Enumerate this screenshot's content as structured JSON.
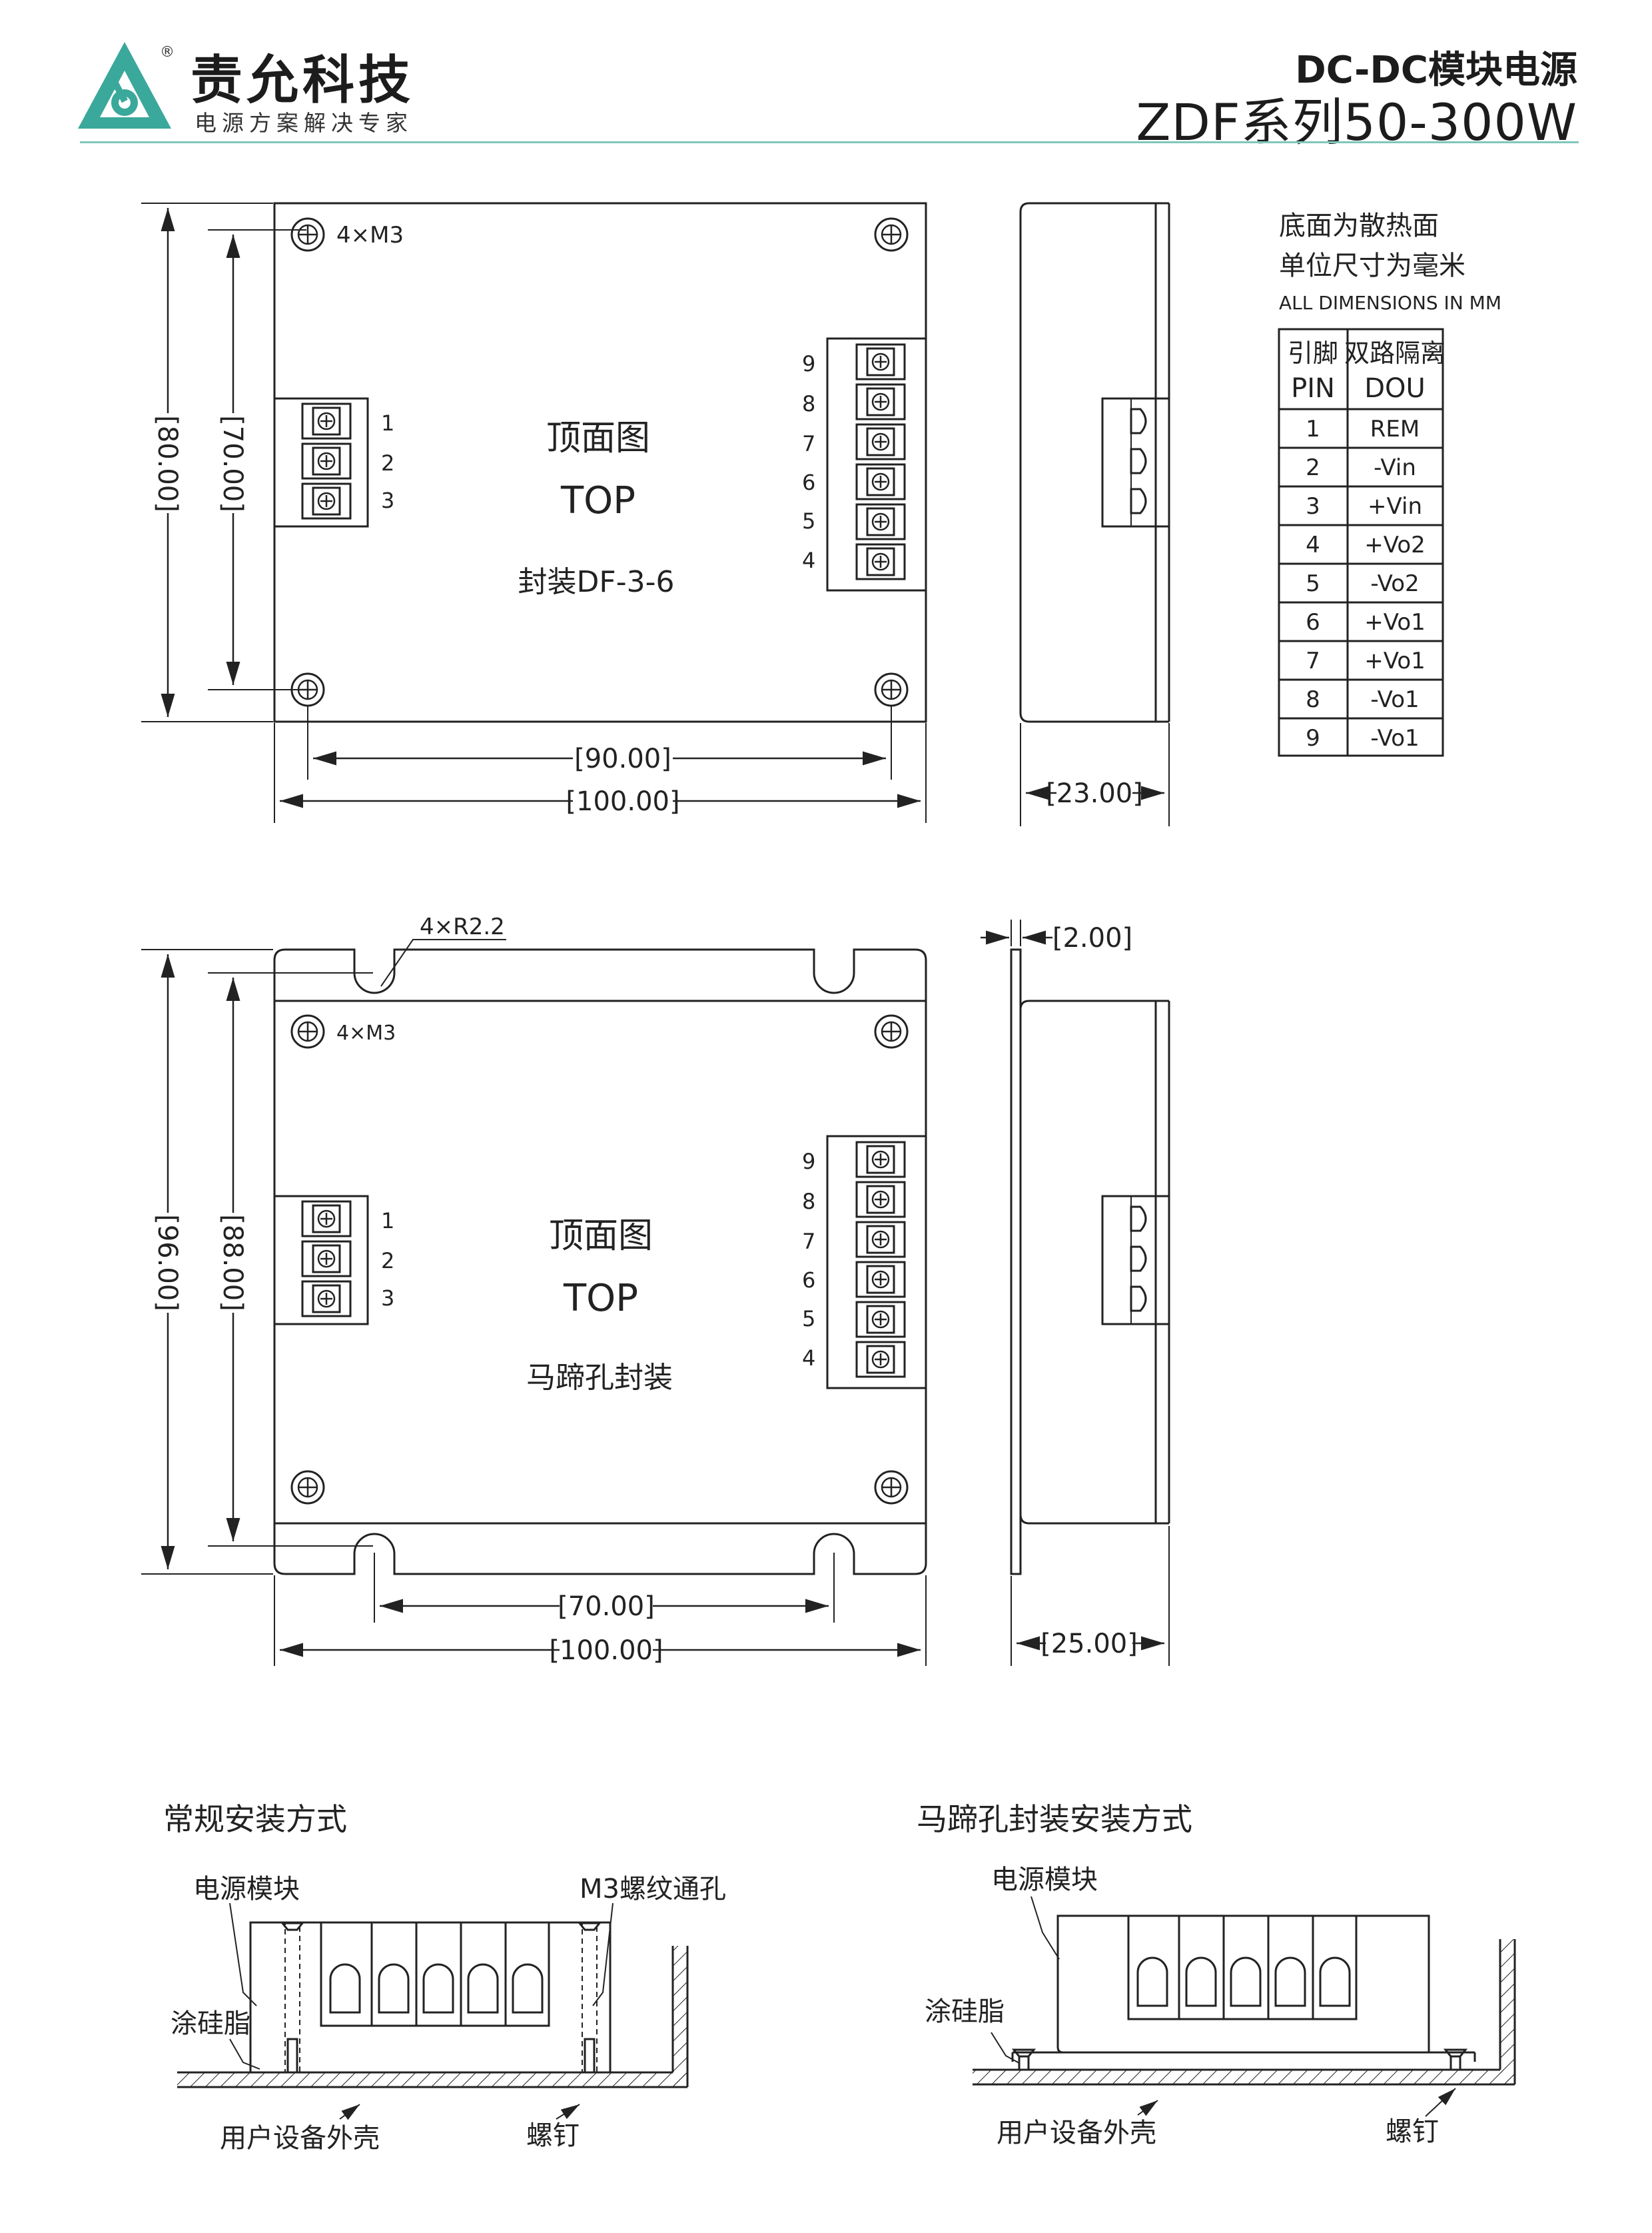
{
  "header": {
    "brand_name": "责允科技",
    "brand_slogan": "电源方案解决专家",
    "registered_mark": "®",
    "product_type": "DC-DC模块电源",
    "product_series": "ZDF系列50-300W",
    "accent_color": "#3aa89b"
  },
  "notes": {
    "line1": "底面为散热面",
    "line2": "单位尺寸为毫米",
    "line3": "ALL DIMENSIONS IN MM"
  },
  "pin_table": {
    "header_pin_cn": "引脚",
    "header_pin_en": "PIN",
    "header_func_cn": "双路隔离",
    "header_func_en": "DOU",
    "rows": [
      {
        "pin": "1",
        "func": "REM"
      },
      {
        "pin": "2",
        "func": "-Vin"
      },
      {
        "pin": "3",
        "func": "+Vin"
      },
      {
        "pin": "4",
        "func": "+Vo2"
      },
      {
        "pin": "5",
        "func": "-Vo2"
      },
      {
        "pin": "6",
        "func": "+Vo1"
      },
      {
        "pin": "7",
        "func": "+Vo1"
      },
      {
        "pin": "8",
        "func": "-Vo1"
      },
      {
        "pin": "9",
        "func": "-Vo1"
      }
    ]
  },
  "view1": {
    "screw_label": "4×M3",
    "view_title": "顶面图",
    "view_title_en": "TOP",
    "package_name": "封装DF-3-6",
    "left_pins": [
      "1",
      "2",
      "3"
    ],
    "right_pins": [
      "9",
      "8",
      "7",
      "6",
      "5",
      "4"
    ],
    "dim_height_outer": "[80.00]",
    "dim_height_inner": "[70.00]",
    "dim_width_inner": "[90.00]",
    "dim_width_outer": "[100.00]",
    "dim_side_depth": "[23.00]"
  },
  "view2": {
    "notch_label": "4×R2.2",
    "screw_label": "4×M3",
    "view_title": "顶面图",
    "view_title_en": "TOP",
    "package_name": "马蹄孔封装",
    "left_pins": [
      "1",
      "2",
      "3"
    ],
    "right_pins": [
      "9",
      "8",
      "7",
      "6",
      "5",
      "4"
    ],
    "dim_height_outer": "[96.00]",
    "dim_height_inner": "[88.00]",
    "dim_width_inner": "[70.00]",
    "dim_width_outer": "[100.00]",
    "dim_flange": "[2.00]",
    "dim_side_depth": "[25.00]"
  },
  "install_regular": {
    "title": "常规安装方式",
    "label_module": "电源模块",
    "label_hole": "M3螺纹通孔",
    "label_grease": "涂硅脂",
    "label_case": "用户设备外壳",
    "label_screw": "螺钉"
  },
  "install_horseshoe": {
    "title": "马蹄孔封装安装方式",
    "label_module": "电源模块",
    "label_grease": "涂硅脂",
    "label_case": "用户设备外壳",
    "label_screw": "螺钉"
  }
}
